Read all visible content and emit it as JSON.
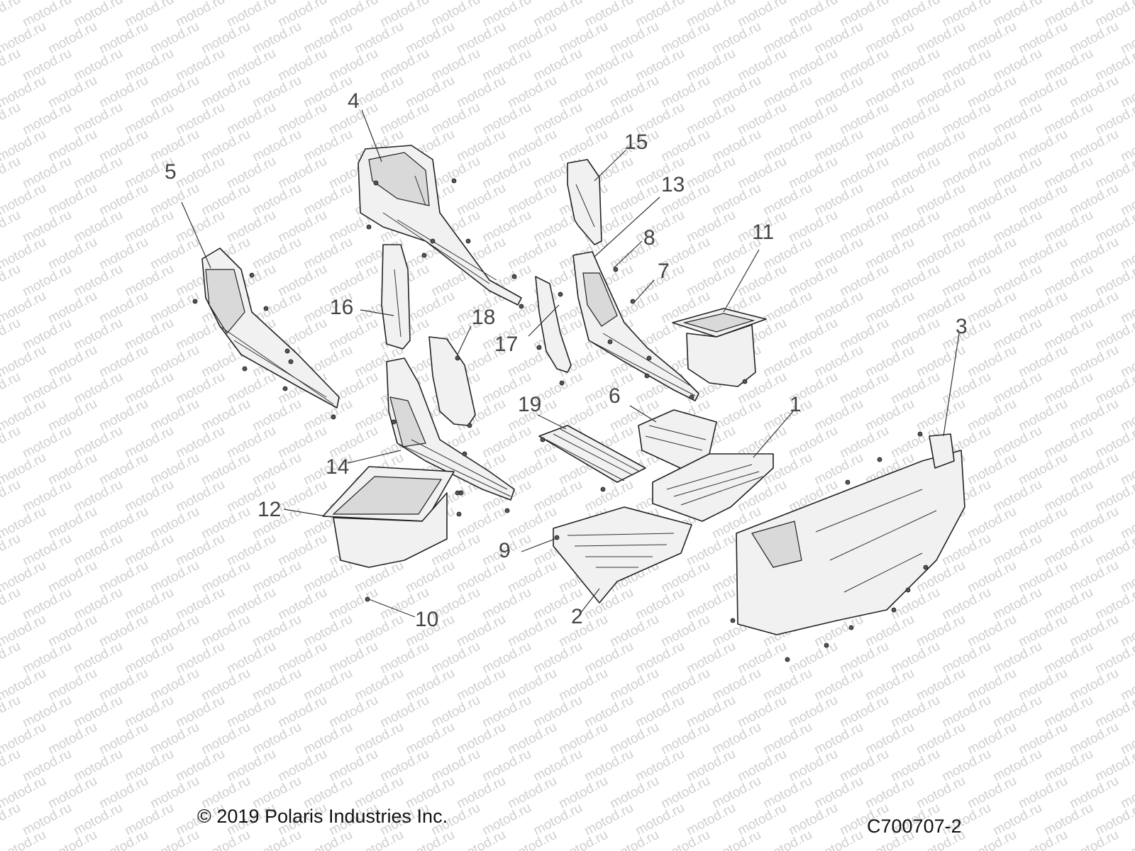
{
  "watermark": "motod.ru",
  "footer": {
    "copyright": "© 2019 Polaris Industries Inc.",
    "diagram_code": "C700707-2"
  },
  "callouts": [
    "1",
    "2",
    "3",
    "4",
    "5",
    "6",
    "7",
    "8",
    "9",
    "10",
    "11",
    "12",
    "13",
    "14",
    "15",
    "16",
    "17",
    "18",
    "19"
  ]
}
